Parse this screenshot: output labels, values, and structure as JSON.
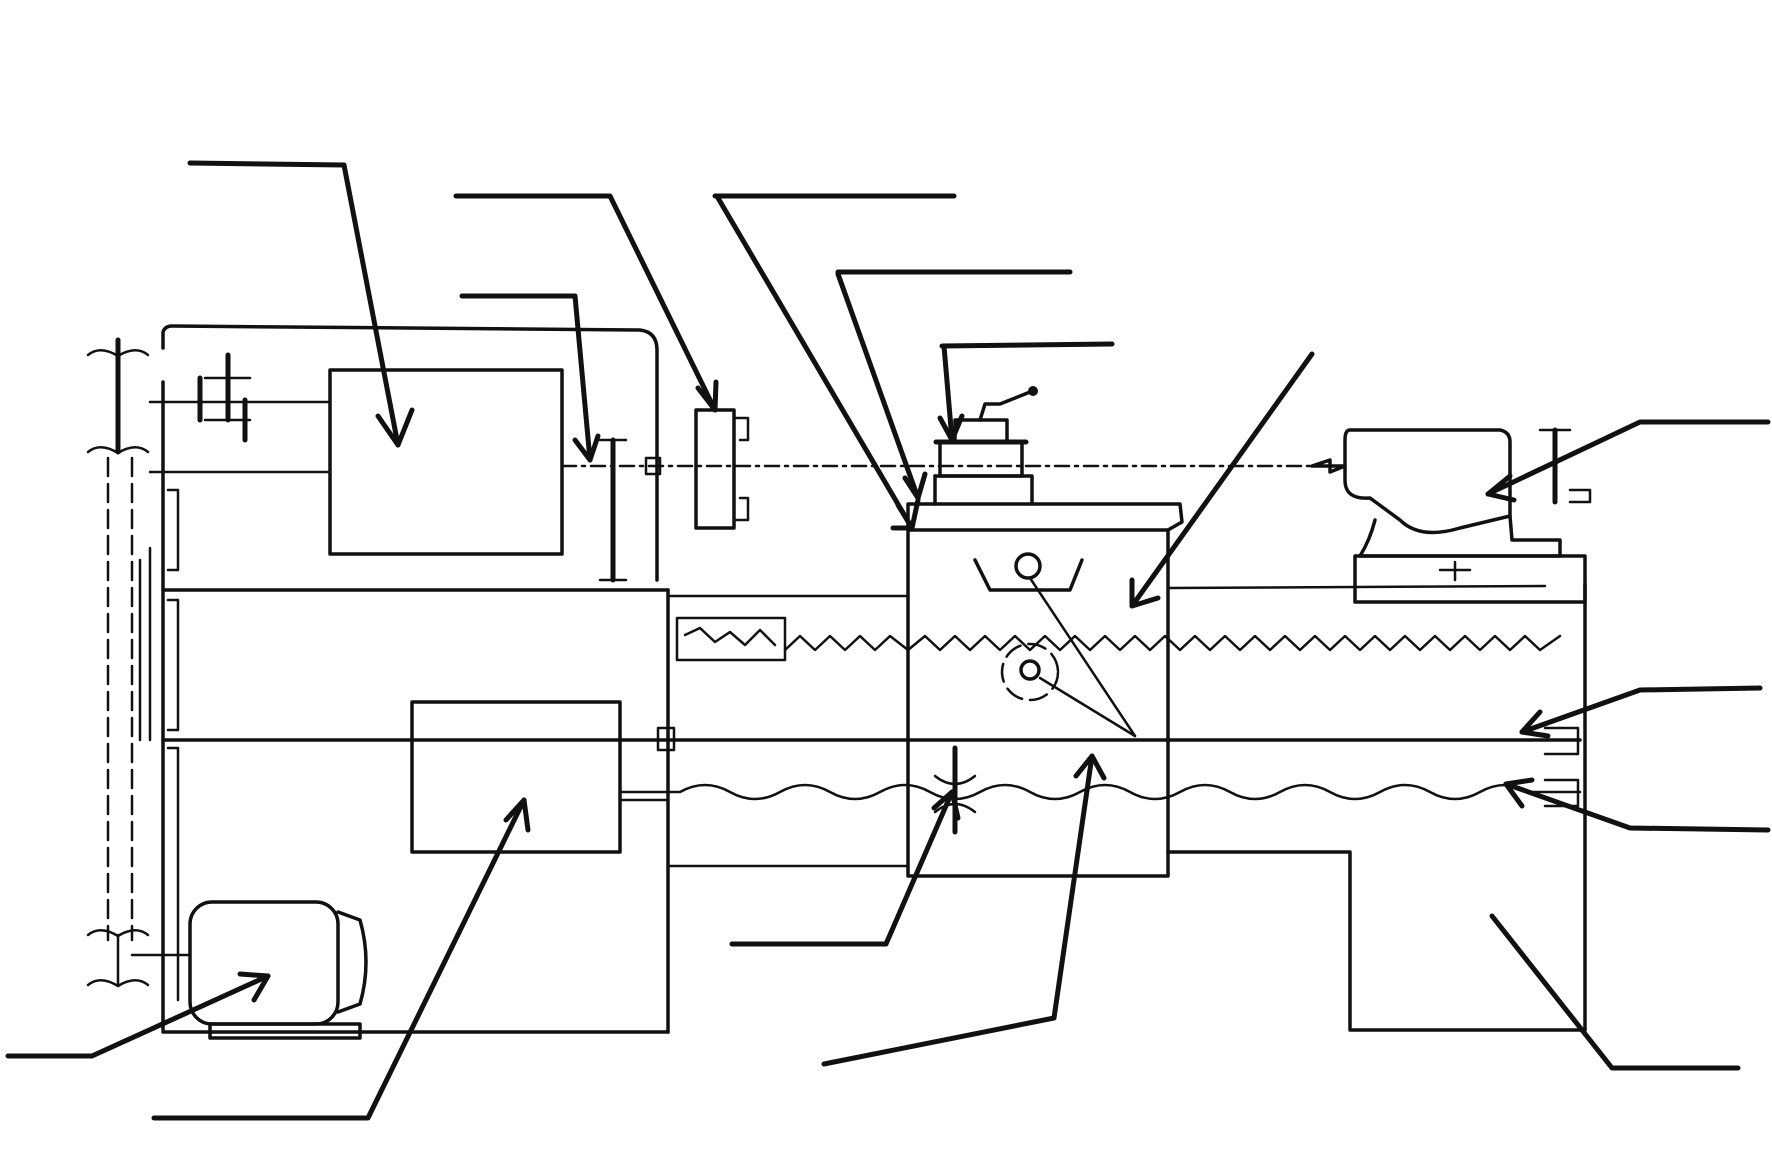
{
  "diagram": {
    "kind": "lathe-labeling-worksheet",
    "colors": {
      "ink": "#111111",
      "background": "#ffffff"
    },
    "leaders": [
      {
        "id": "headstock-gearbox"
      },
      {
        "id": "spindle"
      },
      {
        "id": "chuck"
      },
      {
        "id": "carriage-saddle"
      },
      {
        "id": "cross-slide"
      },
      {
        "id": "tool-post"
      },
      {
        "id": "apron"
      },
      {
        "id": "tailstock"
      },
      {
        "id": "feed-rod"
      },
      {
        "id": "lead-screw"
      },
      {
        "id": "motor"
      },
      {
        "id": "feed-gearbox"
      },
      {
        "id": "half-nut"
      },
      {
        "id": "apron-shaft"
      },
      {
        "id": "bed-leg"
      }
    ]
  }
}
